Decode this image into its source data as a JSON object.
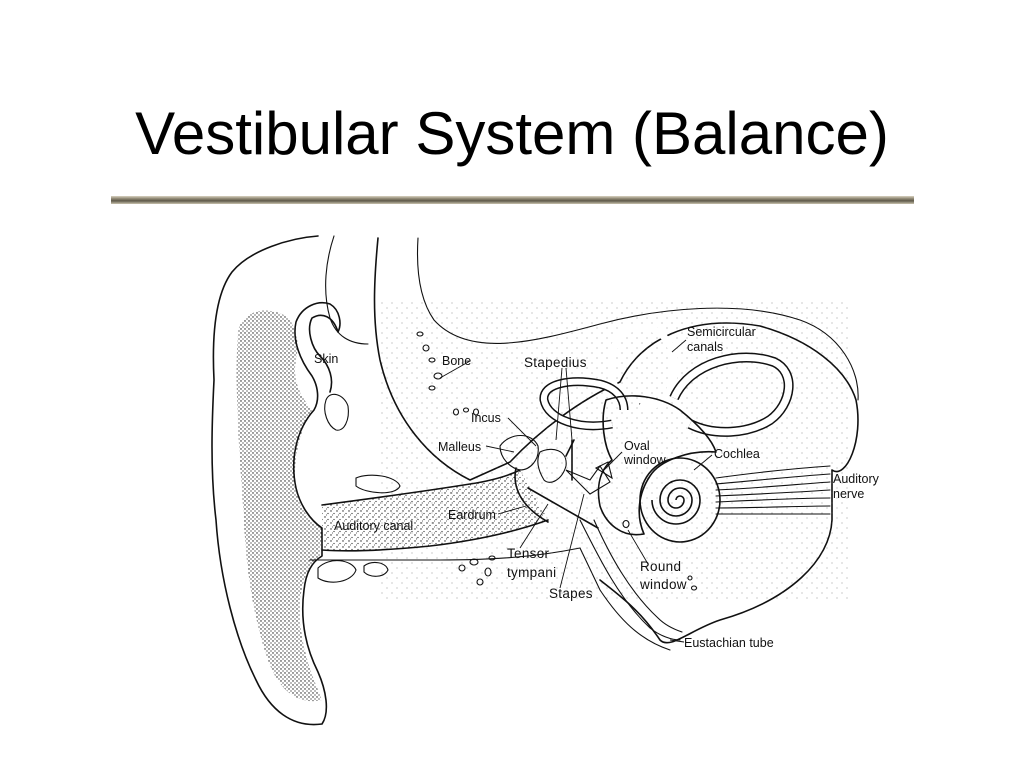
{
  "slide": {
    "title": "Vestibular System (Balance)"
  },
  "diagram": {
    "labels": {
      "skin": "Skin",
      "bone": "Bone",
      "stapedius": "Stapedius",
      "semicircular_canals_1": "Semicircular",
      "semicircular_canals_2": "canals",
      "incus": "Incus",
      "malleus": "Malleus",
      "oval_window_1": "Oval",
      "oval_window_2": "window",
      "cochlea": "Cochlea",
      "auditory_nerve_1": "Auditory",
      "auditory_nerve_2": "nerve",
      "eardrum": "Eardrum",
      "auditory_canal": "Auditory canal",
      "tensor_tympani_1": "Tensor",
      "tensor_tympani_2": "tympani",
      "round_window_1": "Round",
      "round_window_2": "window",
      "stapes": "Stapes",
      "eustachian_tube": "Eustachian tube"
    }
  }
}
